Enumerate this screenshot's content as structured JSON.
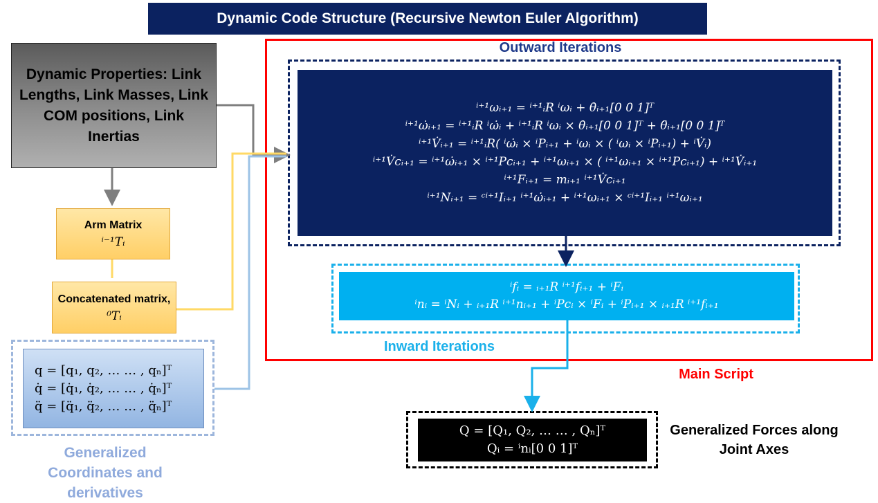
{
  "title": "Dynamic Code Structure (Recursive Newton Euler Algorithm)",
  "dynamic_properties": "Dynamic Properties: Link Lengths, Link Masses, Link COM positions, Link Inertias",
  "arm_matrix": {
    "label": "Arm Matrix",
    "formula": "ⁱ⁻¹Tᵢ"
  },
  "concatenated": {
    "label": "Concatenated matrix,",
    "formula": "⁰Tᵢ"
  },
  "coordinates": {
    "lines": [
      "q = [q₁, q₂, … … , qₙ]ᵀ",
      "q̇ = [q̇₁, q̇₂, … … , q̇ₙ]ᵀ",
      "q̈ = [q̈₁, q̈₂, … … , q̈ₙ]ᵀ"
    ],
    "caption": "Generalized Coordinates and derivatives"
  },
  "outward": {
    "label": "Outward Iterations",
    "equations": [
      "ⁱ⁺¹ωᵢ₊₁ = ⁱ⁺¹ᵢR ⁱωᵢ + θ̇ᵢ₊₁[0 0 1]ᵀ",
      "ⁱ⁺¹ω̇ᵢ₊₁ = ⁱ⁺¹ᵢR ⁱω̇ᵢ + ⁱ⁺¹ᵢR ⁱωᵢ × θ̇ᵢ₊₁[0 0 1]ᵀ + θ̈ᵢ₊₁[0 0 1]ᵀ",
      "ⁱ⁺¹V̇ᵢ₊₁ = ⁱ⁺¹ᵢR( ⁱω̇ᵢ × ⁱPᵢ₊₁ + ⁱωᵢ × ( ⁱωᵢ × ⁱPᵢ₊₁) + ⁱV̇ᵢ)",
      "ⁱ⁺¹V̇cᵢ₊₁ = ⁱ⁺¹ω̇ᵢ₊₁ × ⁱ⁺¹Pcᵢ₊₁ + ⁱ⁺¹ωᵢ₊₁ × ( ⁱ⁺¹ωᵢ₊₁ × ⁱ⁺¹Pcᵢ₊₁) + ⁱ⁺¹V̇ᵢ₊₁",
      "ⁱ⁺¹Fᵢ₊₁ = mᵢ₊₁ ⁱ⁺¹V̇cᵢ₊₁",
      "ⁱ⁺¹Nᵢ₊₁ = ᶜⁱ⁺¹Iᵢ₊₁ ⁱ⁺¹ω̇ᵢ₊₁ + ⁱ⁺¹ωᵢ₊₁ × ᶜⁱ⁺¹Iᵢ₊₁ ⁱ⁺¹ωᵢ₊₁"
    ]
  },
  "inward": {
    "label": "Inward Iterations",
    "equations": [
      "ⁱfᵢ = ᵢ₊₁R ⁱ⁺¹fᵢ₊₁ + ⁱFᵢ",
      "ⁱnᵢ = ⁱNᵢ + ᵢ₊₁R ⁱ⁺¹nᵢ₊₁ + ⁱPcᵢ × ⁱFᵢ + ⁱPᵢ₊₁ × ᵢ₊₁R ⁱ⁺¹fᵢ₊₁"
    ]
  },
  "main_script_label": "Main Script",
  "forces": {
    "lines": [
      "Q = [Q₁, Q₂, … … , Qₙ]ᵀ",
      "Qᵢ = ⁱnᵢ[0 0 1]ᵀ"
    ],
    "caption": "Generalized Forces along Joint Axes"
  },
  "colors": {
    "navy": "#0b2260",
    "cyan": "#00b0f0",
    "red": "#ff0000",
    "gray_arrow": "#7f7f7f",
    "yellow_line": "#ffd966",
    "blue_line": "#9dc3e6"
  }
}
